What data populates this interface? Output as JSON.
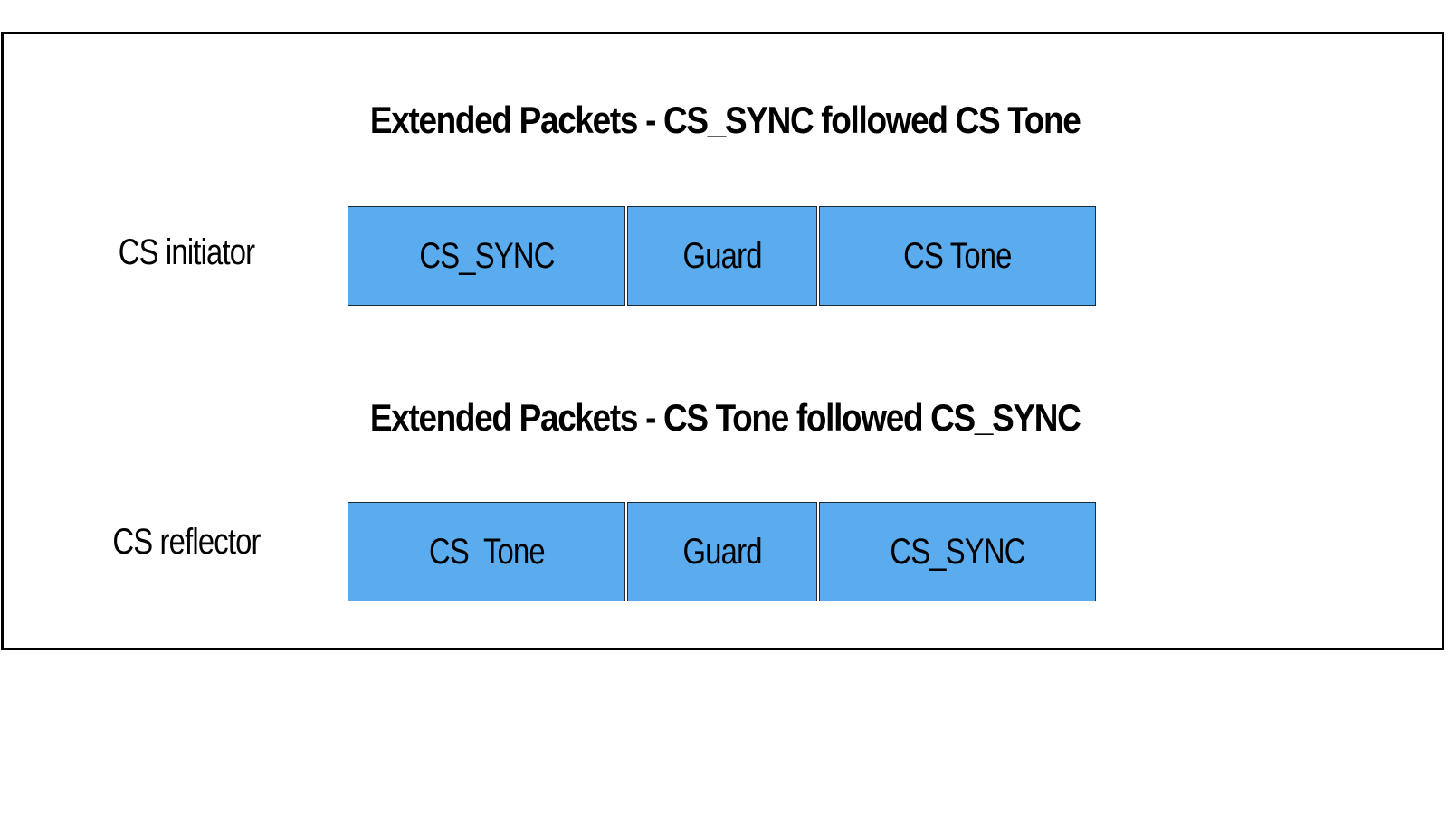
{
  "diagram": {
    "colors": {
      "block_fill": "#5aacee",
      "block_border": "#1e2a36",
      "frame_border": "#000000",
      "background": "#ffffff"
    },
    "sections": [
      {
        "heading": "Extended Packets - CS_SYNC followed CS Tone",
        "role_label": "CS initiator",
        "blocks": [
          "CS_SYNC",
          "Guard",
          "CS Tone"
        ]
      },
      {
        "heading": "Extended Packets - CS Tone followed CS_SYNC",
        "role_label": "CS reflector",
        "blocks": [
          "CS  Tone",
          "Guard",
          "CS_SYNC"
        ]
      }
    ]
  }
}
